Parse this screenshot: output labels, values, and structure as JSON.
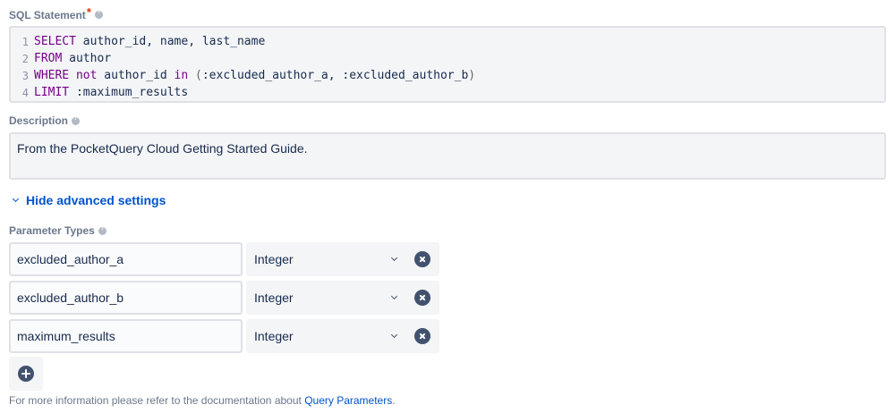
{
  "sql": {
    "label": "SQL Statement",
    "required_mark": "*",
    "lines": [
      {
        "num": "1",
        "parts": [
          {
            "t": "SELECT",
            "c": "kw"
          },
          {
            "t": " author_id, name, last_name",
            "c": ""
          }
        ]
      },
      {
        "num": "2",
        "parts": [
          {
            "t": "FROM",
            "c": "kw"
          },
          {
            "t": " author",
            "c": ""
          }
        ]
      },
      {
        "num": "3",
        "parts": [
          {
            "t": "WHERE",
            "c": "kw"
          },
          {
            "t": " ",
            "c": ""
          },
          {
            "t": "not",
            "c": "kw"
          },
          {
            "t": " author_id ",
            "c": ""
          },
          {
            "t": "in",
            "c": "kw"
          },
          {
            "t": " ",
            "c": ""
          },
          {
            "t": "(",
            "c": "pn"
          },
          {
            "t": ":excluded_author_a, :excluded_author_b",
            "c": ""
          },
          {
            "t": ")",
            "c": "pn"
          }
        ]
      },
      {
        "num": "4",
        "parts": [
          {
            "t": "LIMIT",
            "c": "kw"
          },
          {
            "t": " :maximum_results",
            "c": ""
          }
        ]
      }
    ]
  },
  "description": {
    "label": "Description",
    "value": "From the PocketQuery Cloud Getting Started Guide."
  },
  "advanced_toggle": {
    "label": "Hide advanced settings"
  },
  "parameters": {
    "label": "Parameter Types",
    "rows": [
      {
        "name": "excluded_author_a",
        "type": "Integer"
      },
      {
        "name": "excluded_author_b",
        "type": "Integer"
      },
      {
        "name": "maximum_results",
        "type": "Integer"
      }
    ]
  },
  "footer": {
    "text": "For more information please refer to the documentation about ",
    "link": "Query Parameters",
    "suffix": "."
  }
}
